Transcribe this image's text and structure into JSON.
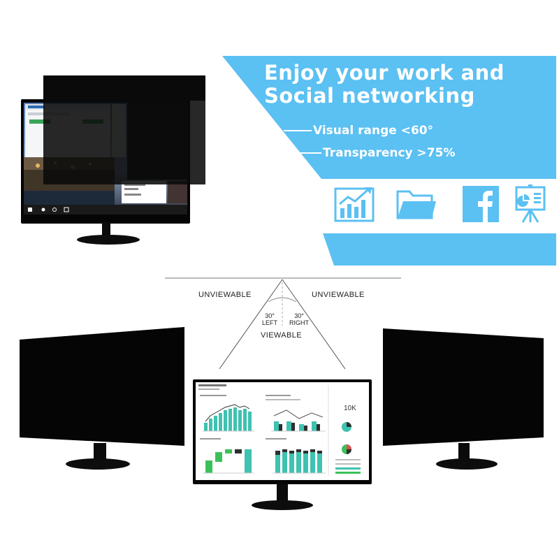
{
  "headline": {
    "line1": "Enjoy your work and",
    "line2": "Social networking"
  },
  "specs": [
    {
      "text": "Visual range <60°"
    },
    {
      "text": "Transparency >75%"
    }
  ],
  "icons": [
    "bar-chart-icon",
    "folder-icon",
    "facebook-icon",
    "presentation-board-icon"
  ],
  "diagram": {
    "left_label": "UNVIEWABLE",
    "right_label": "UNVIEWABLE",
    "center_label": "VIEWABLE",
    "left_angle": "30°",
    "left_side": "LEFT",
    "right_angle": "30°",
    "right_side": "RIGHT"
  },
  "dashboard": {
    "kpi": "10K"
  },
  "colors": {
    "banner_blue": "#5bc0f2",
    "teal": "#3fc2b0",
    "green": "#3cc15a",
    "dark": "#2f2f2f",
    "bezel": "#050505"
  }
}
